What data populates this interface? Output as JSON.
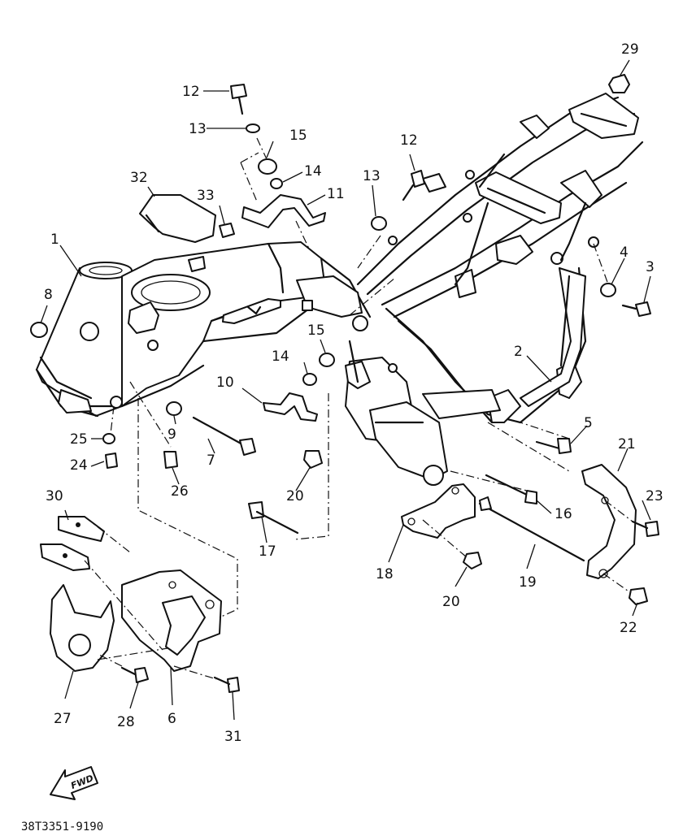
{
  "diagram": {
    "code": "38T3351-9190",
    "fwd_label": "FWD",
    "callouts": [
      {
        "id": "c1",
        "text": "1"
      },
      {
        "id": "c2",
        "text": "2"
      },
      {
        "id": "c3",
        "text": "3"
      },
      {
        "id": "c4",
        "text": "4"
      },
      {
        "id": "c5",
        "text": "5"
      },
      {
        "id": "c6",
        "text": "6"
      },
      {
        "id": "c7",
        "text": "7"
      },
      {
        "id": "c8",
        "text": "8"
      },
      {
        "id": "c9",
        "text": "9"
      },
      {
        "id": "c10",
        "text": "10"
      },
      {
        "id": "c11",
        "text": "11"
      },
      {
        "id": "c12a",
        "text": "12"
      },
      {
        "id": "c12b",
        "text": "12"
      },
      {
        "id": "c13a",
        "text": "13"
      },
      {
        "id": "c13b",
        "text": "13"
      },
      {
        "id": "c14a",
        "text": "14"
      },
      {
        "id": "c14b",
        "text": "14"
      },
      {
        "id": "c15a",
        "text": "15"
      },
      {
        "id": "c15b",
        "text": "15"
      },
      {
        "id": "c16",
        "text": "16"
      },
      {
        "id": "c17",
        "text": "17"
      },
      {
        "id": "c18",
        "text": "18"
      },
      {
        "id": "c19",
        "text": "19"
      },
      {
        "id": "c20a",
        "text": "20"
      },
      {
        "id": "c20b",
        "text": "20"
      },
      {
        "id": "c21",
        "text": "21"
      },
      {
        "id": "c22",
        "text": "22"
      },
      {
        "id": "c23",
        "text": "23"
      },
      {
        "id": "c24",
        "text": "24"
      },
      {
        "id": "c25",
        "text": "25"
      },
      {
        "id": "c26",
        "text": "26"
      },
      {
        "id": "c27",
        "text": "27"
      },
      {
        "id": "c28",
        "text": "28"
      },
      {
        "id": "c29",
        "text": "29"
      },
      {
        "id": "c30",
        "text": "30"
      },
      {
        "id": "c31",
        "text": "31"
      },
      {
        "id": "c32",
        "text": "32"
      },
      {
        "id": "c33",
        "text": "33"
      }
    ]
  }
}
